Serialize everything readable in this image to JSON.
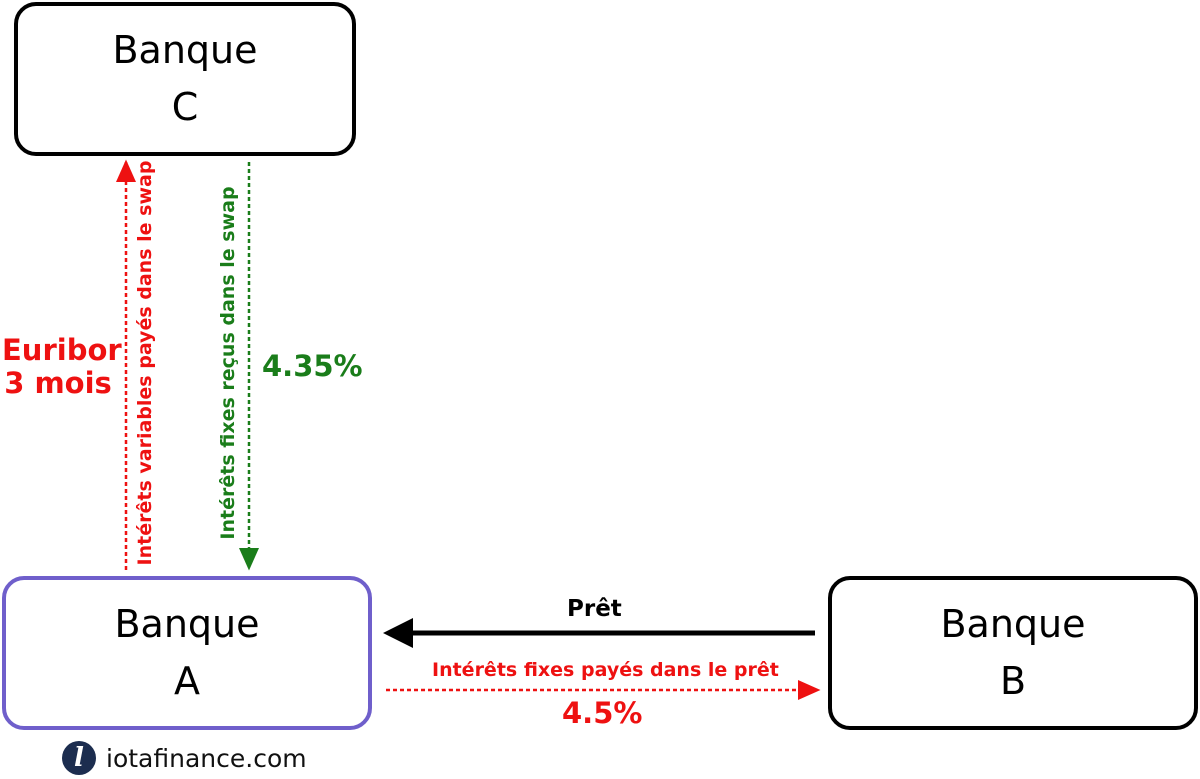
{
  "banks": {
    "c": {
      "line1": "Banque",
      "line2": "C"
    },
    "a": {
      "line1": "Banque",
      "line2": "A"
    },
    "b": {
      "line1": "Banque",
      "line2": "B"
    }
  },
  "swap": {
    "variable_label": "Intérêts variables payés dans le swap",
    "fixed_label": "Intérêts fixes reçus dans le swap",
    "variable_rate_line1": "Euribor",
    "variable_rate_line2": "3 mois",
    "fixed_rate": "4.35%"
  },
  "loan": {
    "label": "Prêt",
    "interest_label": "Intérêts fixes payés dans le prêt",
    "rate": "4.5%"
  },
  "brand": {
    "logo_letter": "l",
    "text": "iotafinance.com"
  },
  "colors": {
    "variable": "#ee1111",
    "fixed": "#1a7d1a",
    "bank_a_border": "#6f5fcb",
    "loan": "#000000"
  }
}
